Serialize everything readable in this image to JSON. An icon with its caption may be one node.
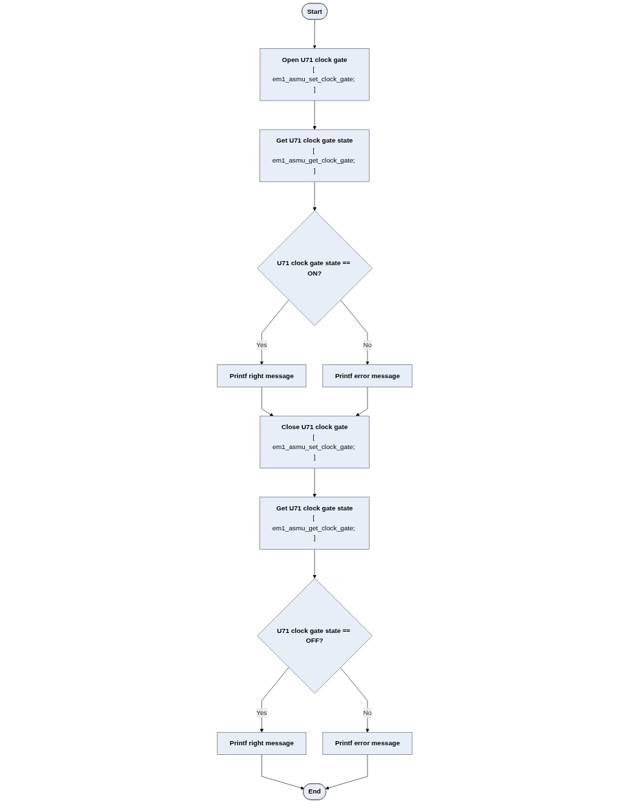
{
  "diagram": {
    "nodes": [
      {
        "text": [
          "Start"
        ]
      },
      {
        "text": [
          "Open U71 clock gate",
          "[ em1_asmu_set_clock_gate; ]"
        ]
      },
      {
        "text": [
          "Get U71 clock gate state",
          "[ em1_asmu_get_clock_gate; ]"
        ]
      },
      {
        "text": [
          "U71 clock gate state == ON?"
        ]
      },
      {
        "text": [
          "Printf error message"
        ]
      },
      {
        "text": [
          "Printf right message"
        ]
      },
      {
        "text": [
          "Close U71 clock gate",
          "[ em1_asmu_set_clock_gate; ]"
        ]
      },
      {
        "text": [
          "Get U71 clock gate state",
          "[ em1_asmu_get_clock_gate; ]"
        ]
      },
      {
        "text": [
          "U71 clock gate state == OFF?"
        ]
      },
      {
        "text": [
          "Printf error message"
        ]
      },
      {
        "text": [
          "Printf right message"
        ]
      },
      {
        "text": [
          "End"
        ]
      }
    ],
    "edges": [
      {
        "from": 0,
        "to": 1,
        "arrow": "to"
      },
      {
        "from": 1,
        "to": 2,
        "arrow": "to"
      },
      {
        "from": 2,
        "to": 3,
        "arrow": "to"
      },
      {
        "from": 3,
        "to": 4,
        "arrow": "to",
        "label": "No"
      },
      {
        "from": 3,
        "to": 5,
        "arrow": "to",
        "label": "Yes"
      },
      {
        "from": 5,
        "to": 6,
        "arrow": "to"
      },
      {
        "from": 4,
        "to": 6,
        "arrow": "to"
      },
      {
        "from": 6,
        "to": 7,
        "arrow": "to"
      },
      {
        "from": 7,
        "to": 8,
        "arrow": "to"
      },
      {
        "from": 8,
        "to": 9,
        "arrow": "to",
        "label": "No"
      },
      {
        "from": 8,
        "to": 10,
        "arrow": "to",
        "label": "Yes"
      },
      {
        "from": 10,
        "to": 11,
        "arrow": "to"
      },
      {
        "from": 9,
        "to": 11,
        "arrow": "to"
      }
    ]
  }
}
